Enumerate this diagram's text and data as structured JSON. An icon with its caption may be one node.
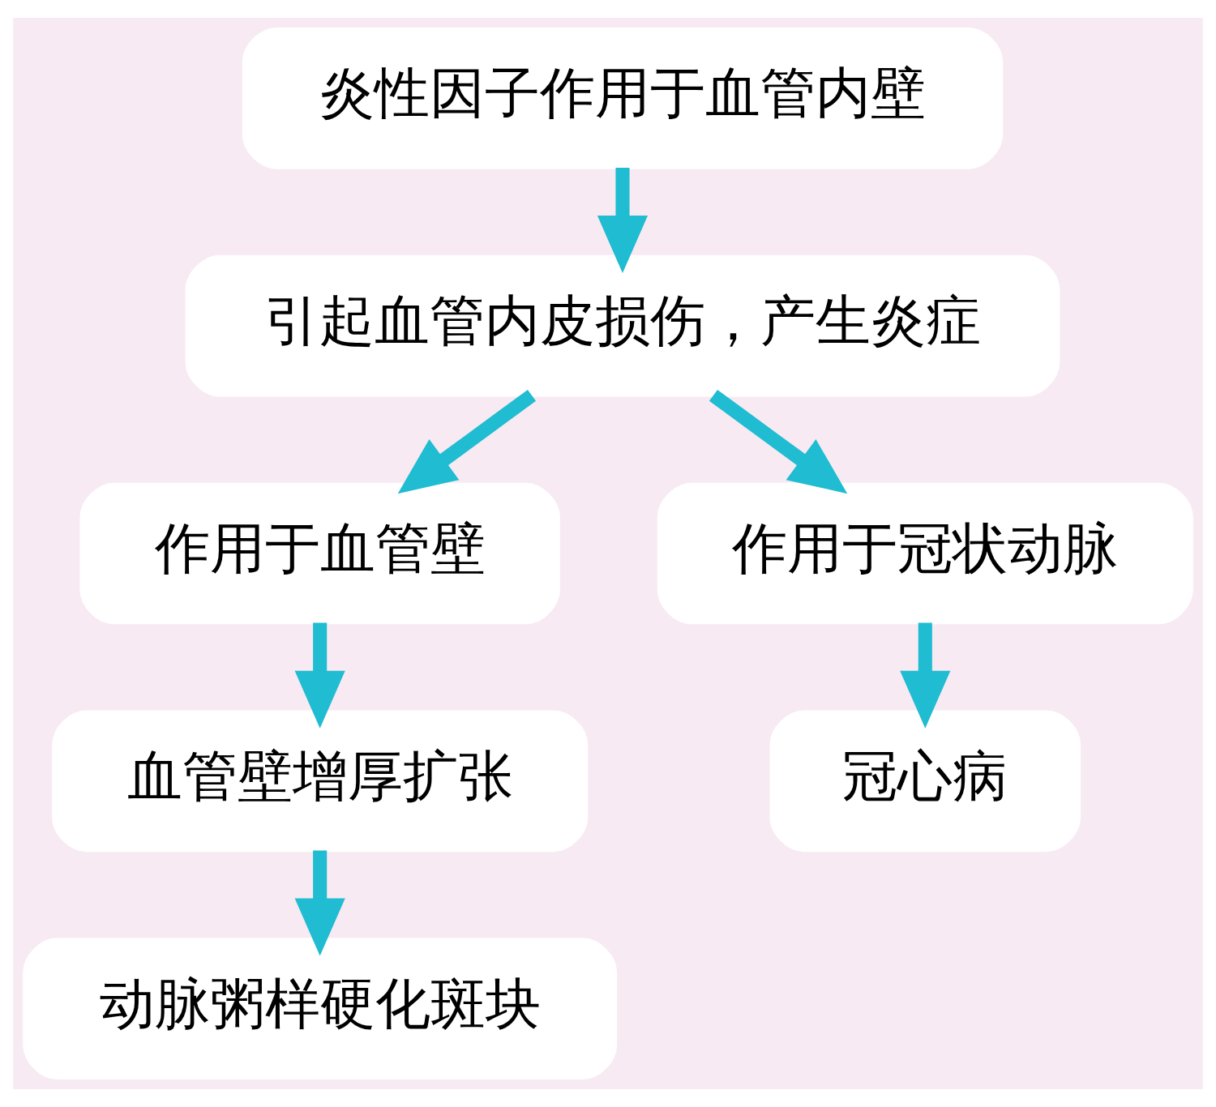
{
  "diagram": {
    "nodes": [
      {
        "text": [
          "炎性因子作用于血管内壁"
        ]
      },
      {
        "text": [
          "引起血管内皮损伤，产生炎症"
        ]
      },
      {
        "text": [
          "作用于血管壁"
        ]
      },
      {
        "text": [
          "作用于冠状动脉"
        ]
      },
      {
        "text": [
          "血管壁增厚扩张"
        ]
      },
      {
        "text": [
          "冠心病"
        ]
      },
      {
        "text": [
          "动脉粥样硬化斑块"
        ]
      }
    ],
    "edges": [
      {
        "from": 0,
        "to": 1,
        "arrow": "to"
      },
      {
        "from": 1,
        "to": 2,
        "arrow": "to"
      },
      {
        "from": 1,
        "to": 3,
        "arrow": "to"
      },
      {
        "from": 2,
        "to": 4,
        "arrow": "to"
      },
      {
        "from": 3,
        "to": 5,
        "arrow": "to"
      },
      {
        "from": 4,
        "to": 6,
        "arrow": "to"
      }
    ]
  }
}
